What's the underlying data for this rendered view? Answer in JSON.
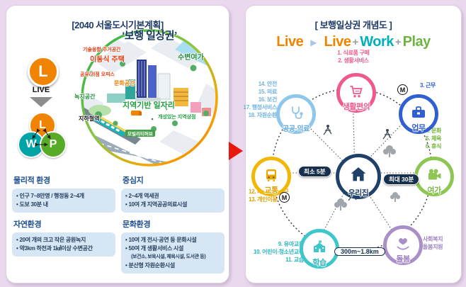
{
  "colors": {
    "background": "#ead9ee",
    "panel": "#ffffff",
    "title_navy": "#1f3a68",
    "transition_red": "#e8190c",
    "live_orange": "#f08300",
    "work_teal": "#00b0b9",
    "play_green": "#6db33f",
    "node_pink": "#ef5a8a",
    "node_blue": "#2f5fd0",
    "node_green": "#8dc653",
    "node_purple": "#a98fc7",
    "node_teal": "#3ec6cd",
    "node_amber": "#f2b705",
    "node_sky": "#8fc6ec",
    "node_navy": "#1f4068",
    "info_box_blue": "#d7e6f4",
    "heading_blue": "#1b4e8f"
  },
  "left": {
    "title": "[2040 서울도시기본계획]",
    "live": {
      "letter": "L",
      "label": "LIVE"
    },
    "lwp": {
      "l": "L",
      "w": "W",
      "p": "P"
    },
    "illu": {
      "title": "‘보행 일상권’",
      "labels": [
        "기술융합 주거공간",
        "이동식 주택",
        "수변여가",
        "공유/거점 오피스",
        "문화공간",
        "녹지공간",
        "지역기반 일자리",
        "개성있는 지역상점",
        "지하철역",
        "모빌리티허브"
      ]
    },
    "sections": [
      {
        "heading": "물리적 환경",
        "items": [
          "인구 7~8만명 / 행정동 2~4개",
          "도보 30분 내"
        ]
      },
      {
        "heading": "중심지",
        "items": [
          "2~4개 역세권",
          "10여 개 지역공공의료시설"
        ]
      },
      {
        "heading": "자연환경",
        "items": [
          "20여 개의 크고 작은 공원녹지",
          "약3km 하천과 1㎢이상 수변공간"
        ]
      },
      {
        "heading": "문화환경",
        "items": [
          "10여 개 전시·공연 등 문화시설",
          "50여 개 생활서비스 시설",
          "(보건소, 보육시설, 체육시설, 도서관 등)",
          "분산형 자원순환시설"
        ]
      }
    ]
  },
  "right": {
    "title": "[ 보행일상권 개념도 ]",
    "header": {
      "before": "Live",
      "arrow": "▶",
      "live": "Live",
      "plus1": "+",
      "work": "Work",
      "plus2": "+",
      "play": "Play"
    },
    "center_label": "우리집",
    "nodes": [
      {
        "label": "생활편의",
        "notes": [
          "1. 식료품 구매",
          "2. 생활서비스"
        ]
      },
      {
        "label": "업무",
        "notes": [
          "3. 근무"
        ]
      },
      {
        "label": "여가",
        "notes": [
          "4. 문화",
          "5. 체육",
          "6. 휴식"
        ]
      },
      {
        "label": "돌봄",
        "notes": [
          "7. 사회복지",
          "8. 돌봄지원"
        ]
      },
      {
        "label": "학습",
        "notes": [
          "9. 유아교육",
          "10. 어린이·청소년교육",
          "11. 교습"
        ]
      },
      {
        "label": "교통",
        "notes": [
          "12. 대중교통 접근",
          "13. 개인이동"
        ]
      },
      {
        "label": "공공·의료",
        "notes": [
          "14. 안전",
          "15. 의료",
          "16. 보건",
          "17. 행정서비스",
          "18. 자원순환"
        ]
      }
    ],
    "badges": {
      "min": "최소 5분",
      "max": "최대 30분",
      "dist": "300m~1.8km"
    },
    "metro": "M"
  }
}
